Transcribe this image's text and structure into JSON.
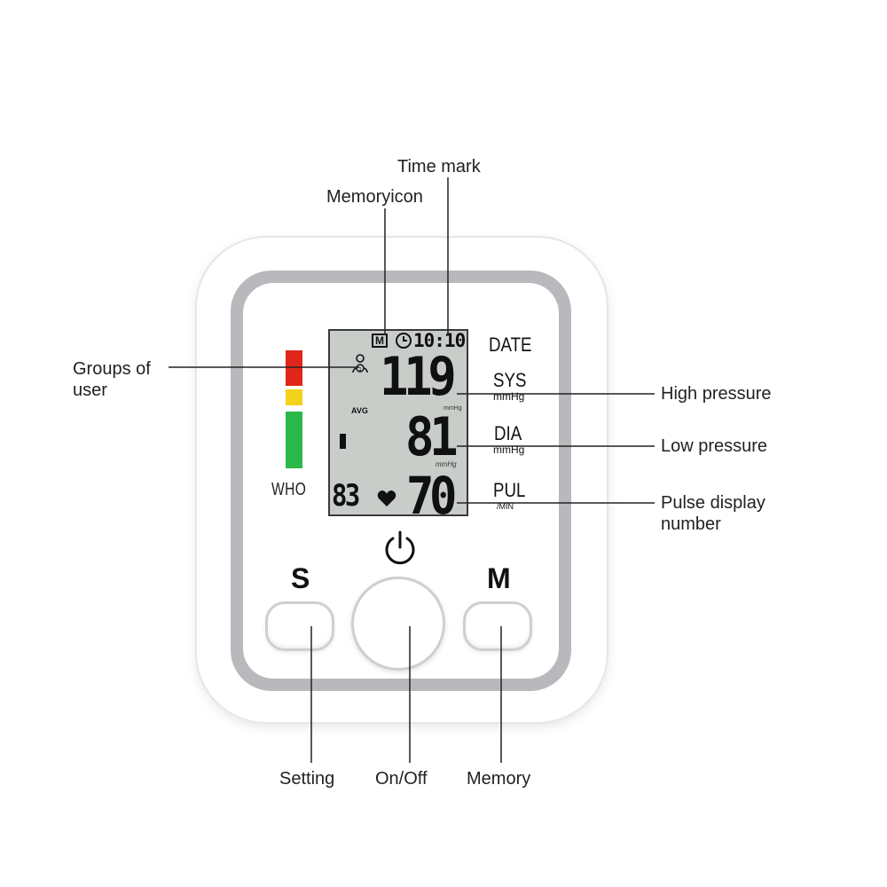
{
  "device": {
    "indicator_label": "WHO",
    "date_label": "DATE",
    "sys_label": "SYS",
    "sys_unit": "mmHg",
    "dia_label": "DIA",
    "dia_unit": "mmHg",
    "pul_label": "PUL",
    "pul_unit": "/MIN",
    "setting_letter": "S",
    "memory_letter": "M"
  },
  "lcd": {
    "memory_badge": "M",
    "time": "10:10",
    "sys_value": "119",
    "dia_value": "81",
    "pulse_value": "70",
    "memory_count": "83",
    "avg_label": "AVG",
    "sys_unit_small": "mmHg",
    "dia_unit_small": "mmHg"
  },
  "callouts": {
    "time_mark": "Time mark",
    "memory_icon": "Memoryicon",
    "groups_of_user": "Groups of user",
    "high_pressure": "High pressure",
    "low_pressure": "Low pressure",
    "pulse_display": "Pulse display number",
    "setting": "Setting",
    "on_off": "On/Off",
    "memory": "Memory"
  },
  "colors": {
    "indicator_red": "#e0261b",
    "indicator_yellow": "#f2d21a",
    "indicator_green": "#2bb84a",
    "lcd_background": "#c9cdc9"
  },
  "icons": [
    "user-group-icon",
    "clock-icon",
    "heart-icon",
    "power-icon"
  ]
}
